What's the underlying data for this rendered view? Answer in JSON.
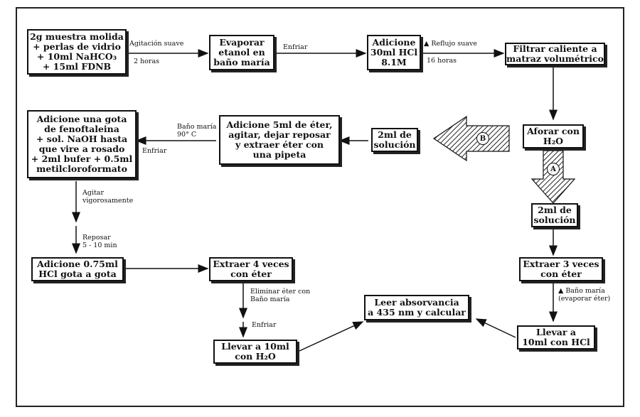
{
  "boxes": {
    "b1": "2g muestra molida\n+ perlas de vidrio\n+ 10ml NaHCO₃\n+ 15ml FDNB",
    "b2": "Evaporar\netanol en\nbaño maría",
    "b3": "Adicione\n30ml HCl\n8.1M",
    "b4": "Filtrar caliente a\nmatraz volumétrico",
    "b5": "Aforar con\nH₂O",
    "b6": "2ml de\nsolución",
    "b7": "Adicione 5ml de éter,\nagitar, dejar reposar\ny extraer éter con\nuna pipeta",
    "b8": "Adicione una gota\nde fenoftaleina\n+ sol. NaOH hasta\nque vire a rosado\n+ 2ml bufer + 0.5ml\nmetilcloroformato",
    "b9": "2ml de\nsolución",
    "b10": "Adicione 0.75ml\nHCl gota a gota",
    "b11": "Extraer 4 veces\ncon éter",
    "b12": "Extraer 3 veces\ncon éter",
    "b13": "Leer absorvancia\na 435 nm y calcular",
    "b14": "Llevar a 10ml\ncon H₂O",
    "b15": "Llevar a\n10ml con HCl"
  },
  "labels": {
    "agitacion": "Agitación suave",
    "dos_horas": "2 horas",
    "enfriar_top": "Enfriar",
    "reflujo": "▲ Reflujo suave",
    "dieciseis_horas": "16 horas",
    "bano_90": "Baño maría\n90° C",
    "enfriar_mid": "Enfriar",
    "agitar": "Agitar\nvigorosamente",
    "reposar": "Reposar\n5 - 10 min",
    "eliminar": "Eliminar éter con\nBaño maría",
    "enfriar_low": "Enfriar",
    "bano_evap": "▲ Baño maría\n(evaporar éter)"
  },
  "markers": {
    "a": "A",
    "b": "B"
  }
}
